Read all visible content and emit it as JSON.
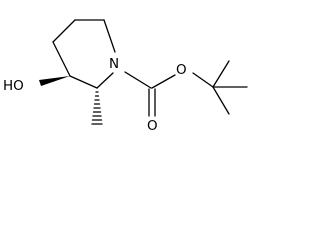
{
  "diagram": {
    "type": "chemical-structure",
    "atoms": {
      "hydroxyl_label": "HO",
      "ring_nitrogen_label": "N",
      "carbonyl_oxygen_label": "O",
      "ester_oxygen_label": "O"
    },
    "bonds": {
      "c3_oh": "wedge",
      "c2_methyl": "hashed-wedge",
      "carbonyl": "double"
    },
    "colors": {
      "ink": "#000000",
      "background": "#ffffff"
    }
  }
}
